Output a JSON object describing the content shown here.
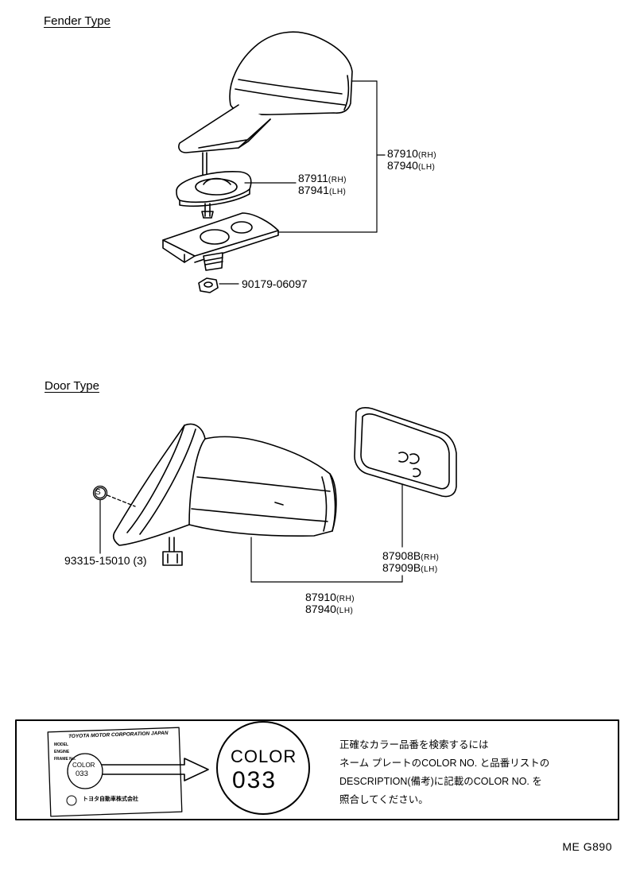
{
  "sections": {
    "fender_title": "Fender Type",
    "door_title": "Door Type"
  },
  "fender_parts": {
    "assembly_rh": "87910",
    "assembly_lh": "87940",
    "base_rh": "87911",
    "base_lh": "87941",
    "nut": "90179-06097"
  },
  "door_parts": {
    "screw": "93315-15010 (3)",
    "mirror_rh": "87908B",
    "mirror_lh": "87909B",
    "assembly_rh": "87910",
    "assembly_lh": "87940",
    "screw_symbol": "S"
  },
  "side_tags": {
    "rh": "(RH)",
    "lh": "(LH)"
  },
  "color_note": {
    "plate_header": "TOYOTA MOTOR CORPORATION JAPAN",
    "plate_rows": [
      "MODEL",
      "ENGINE",
      "FRAME No."
    ],
    "plate_color_word": "COLOR",
    "plate_color_code": "033",
    "plate_footer": "トヨタ自動車株式会社",
    "badge_word": "COLOR",
    "badge_code": "033",
    "lines": [
      "正確なカラー品番を検索するには",
      "ネーム プレートのCOLOR NO. と品番リストの",
      "DESCRIPTION(備考)に記載のCOLOR NO. を",
      "照合してください。"
    ]
  },
  "footer_code": "ME G890"
}
